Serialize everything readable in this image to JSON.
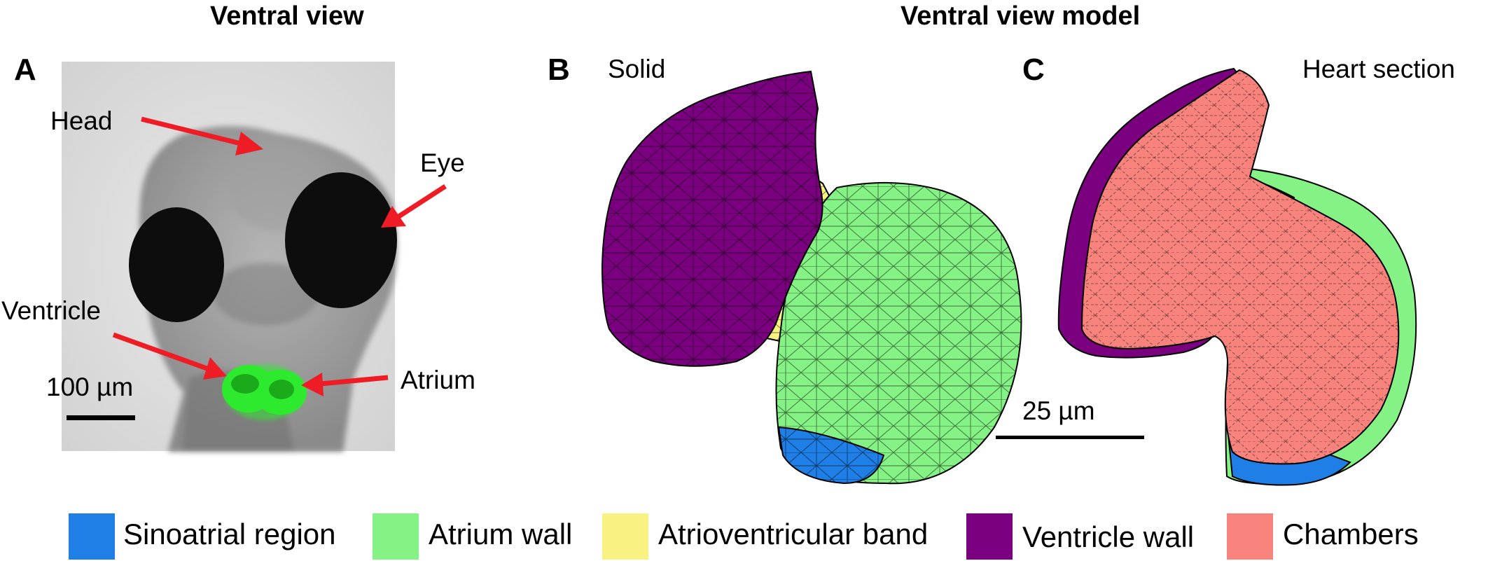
{
  "titles": {
    "left": "Ventral view",
    "right": "Ventral view model"
  },
  "panels": {
    "a": {
      "letter": "A",
      "labels": {
        "head": "Head",
        "eye": "Eye",
        "ventricle": "Ventricle",
        "atrium": "Atrium"
      },
      "scale": "100 µm"
    },
    "b": {
      "letter": "B",
      "subtitle": "Solid"
    },
    "c": {
      "letter": "C",
      "subtitle": "Heart section",
      "scale": "25 µm"
    }
  },
  "colors": {
    "sinoatrial": "#1f7fe6",
    "atrium": "#84f284",
    "av_band": "#f8f283",
    "ventricle": "#7a007f",
    "chambers": "#f7837c",
    "arrow": "#ee1c24",
    "gfp": "#2eea2e"
  },
  "legend": [
    {
      "label": "Sinoatrial region",
      "color": "#1f7fe6"
    },
    {
      "label": "Atrium wall",
      "color": "#84f284"
    },
    {
      "label": "Atrioventricular band",
      "color": "#f8f283"
    },
    {
      "label": "Ventricle wall",
      "color": "#7a007f"
    },
    {
      "label": "Chambers",
      "color": "#f7837c"
    }
  ]
}
